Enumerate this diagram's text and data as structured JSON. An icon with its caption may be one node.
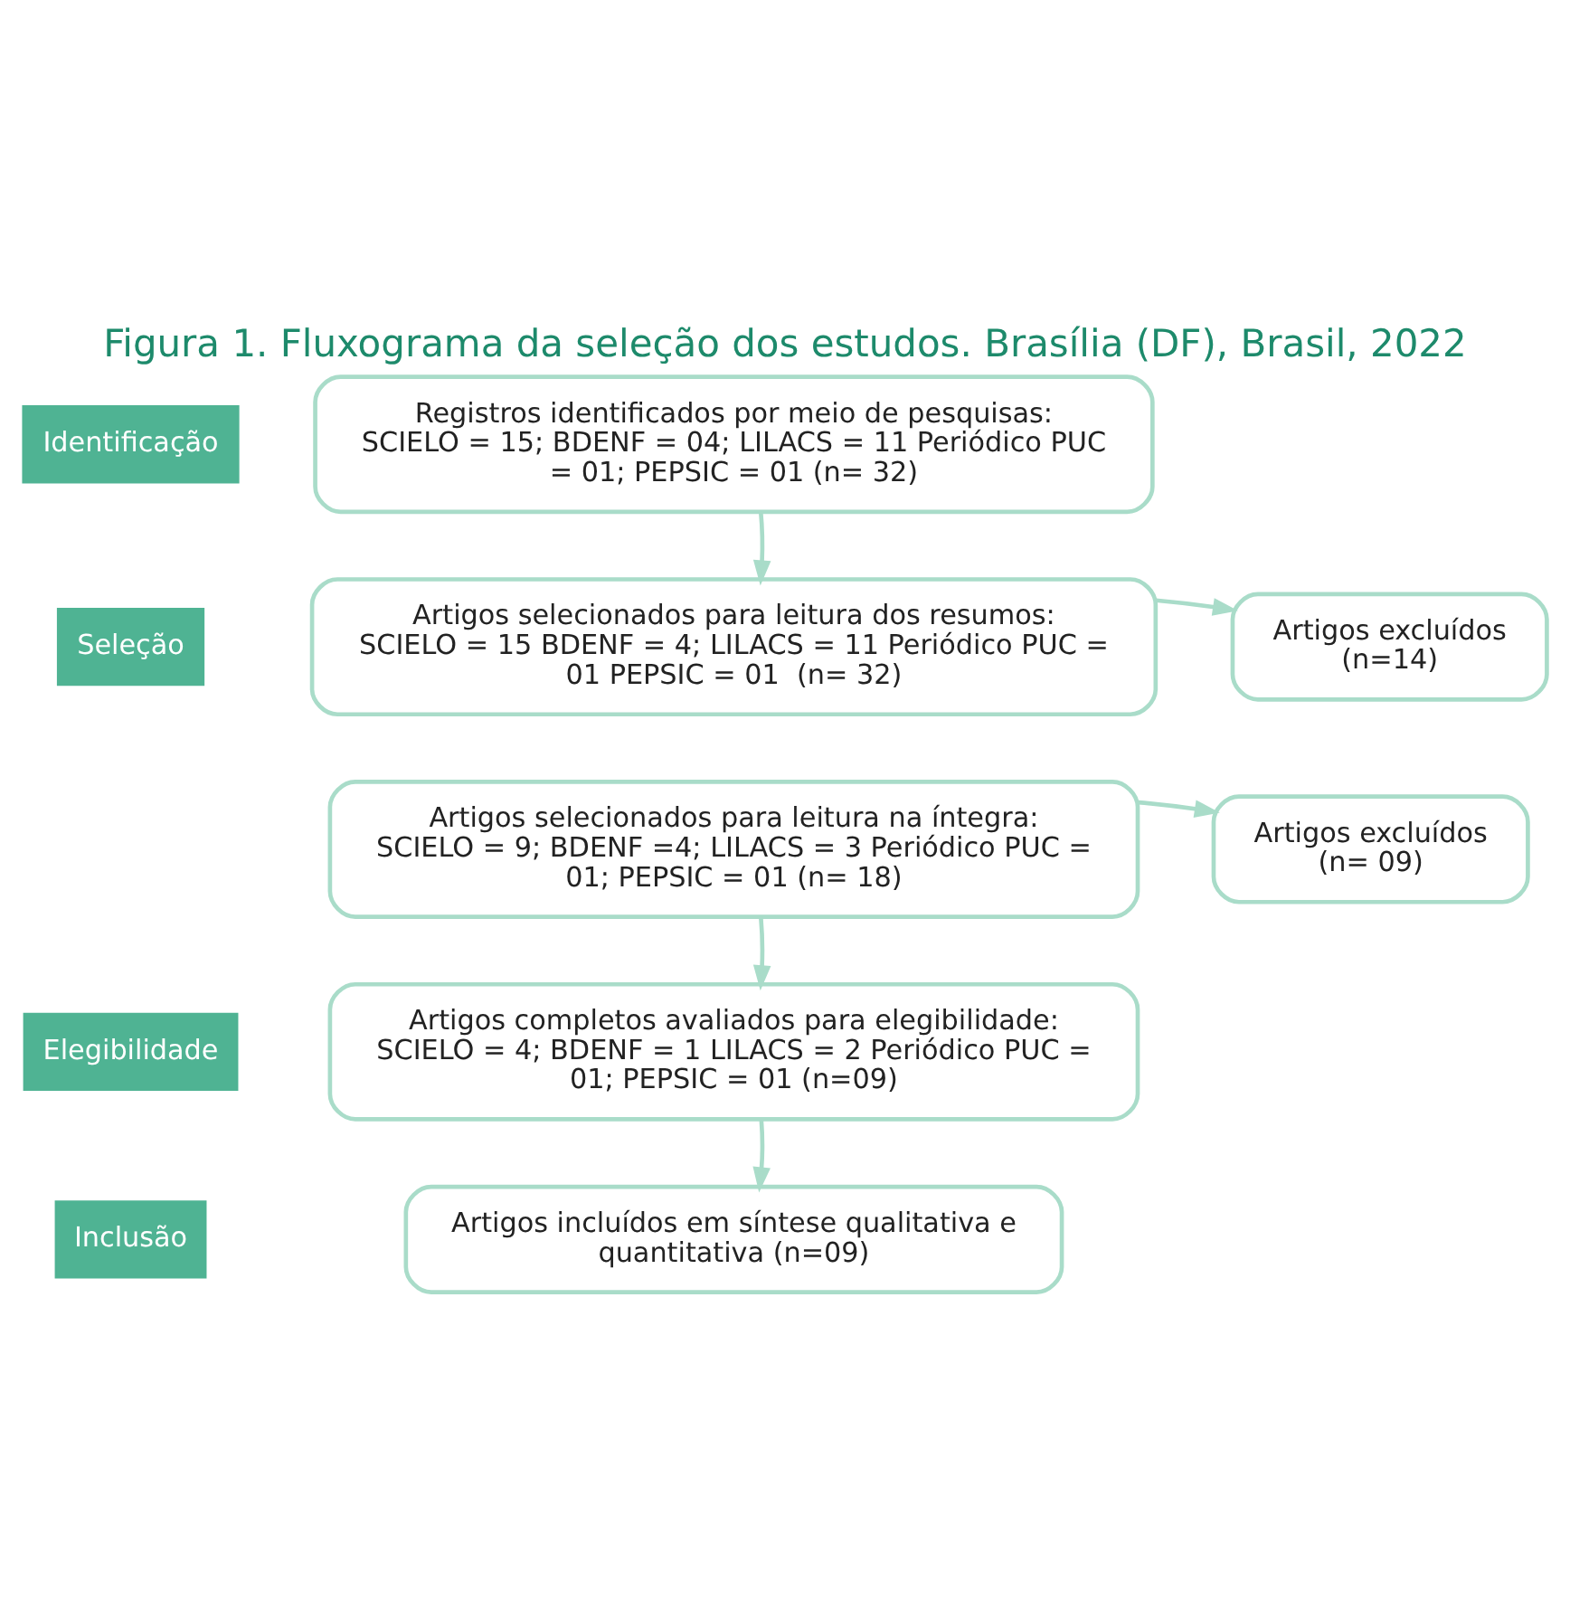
{
  "diagram": {
    "title": "Figura 1. Fluxograma da seleção dos estudos. Brasília (DF), Brasil, 2022",
    "nodes": [
      {
        "text": [
          "Identificação"
        ]
      },
      {
        "text": [
          "Seleção"
        ]
      },
      {
        "text": [
          "Elegibilidade"
        ]
      },
      {
        "text": [
          "Inclusão"
        ]
      },
      {
        "text": [
          "Registros identificados por meio de pesquisas: SCIELO = 15; BDENF = 04; LILACS = 11 Periódico PUC = 01; PEPSIC = 01 (n= 32)"
        ]
      },
      {
        "text": [
          "Artigos selecionados para leitura dos resumos: SCIELO = 15 BDENF = 4; LILACS = 11 Periódico PUC = 01 PEPSIC = 01  (n= 32)"
        ]
      },
      {
        "text": [
          "Artigos excluídos (n=14)"
        ]
      },
      {
        "text": [
          "Artigos selecionados para leitura na íntegra: SCIELO = 9; BDENF =4; LILACS = 3 Periódico PUC = 01; PEPSIC = 01 (n= 18)"
        ]
      },
      {
        "text": [
          "Artigos excluídos (n= 09)"
        ]
      },
      {
        "text": [
          "Artigos completos avaliados para elegibilidade: SCIELO = 4; BDENF = 1 LILACS = 2 Periódico PUC = 01; PEPSIC = 01 (n=09)"
        ]
      },
      {
        "text": [
          "Artigos incluídos em síntese qualitativa e quantitativa (n=09)"
        ]
      }
    ],
    "edges": [
      {
        "from": 4,
        "to": 5,
        "arrow": "to"
      },
      {
        "from": 5,
        "to": 6,
        "arrow": "to"
      },
      {
        "from": 7,
        "to": 8,
        "arrow": "to"
      },
      {
        "from": 7,
        "to": 9,
        "arrow": "to"
      },
      {
        "from": 9,
        "to": 10,
        "arrow": "to"
      }
    ]
  }
}
